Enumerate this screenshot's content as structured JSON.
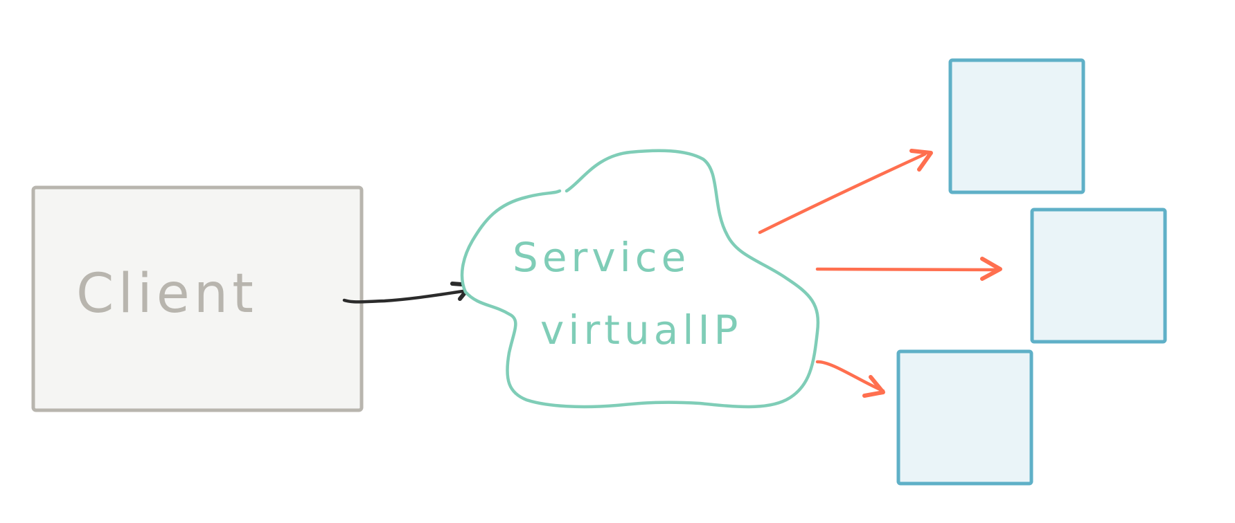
{
  "colors": {
    "background": "#ffffff",
    "client_fill": "#f5f5f3",
    "client_stroke": "#b8b5ae",
    "client_text": "#b8b5ae",
    "cloud_stroke": "#7fcdb7",
    "cloud_text": "#7fcdb7",
    "request_arrow": "#2b2b2b",
    "route_arrow": "#ff6f4f",
    "backend_fill": "#eaf4f8",
    "backend_stroke": "#5fb0c7"
  },
  "client": {
    "label": "Client"
  },
  "service": {
    "line1": "Service",
    "line2": "virtualIP"
  },
  "backends": [
    {
      "label": ""
    },
    {
      "label": ""
    },
    {
      "label": ""
    }
  ]
}
